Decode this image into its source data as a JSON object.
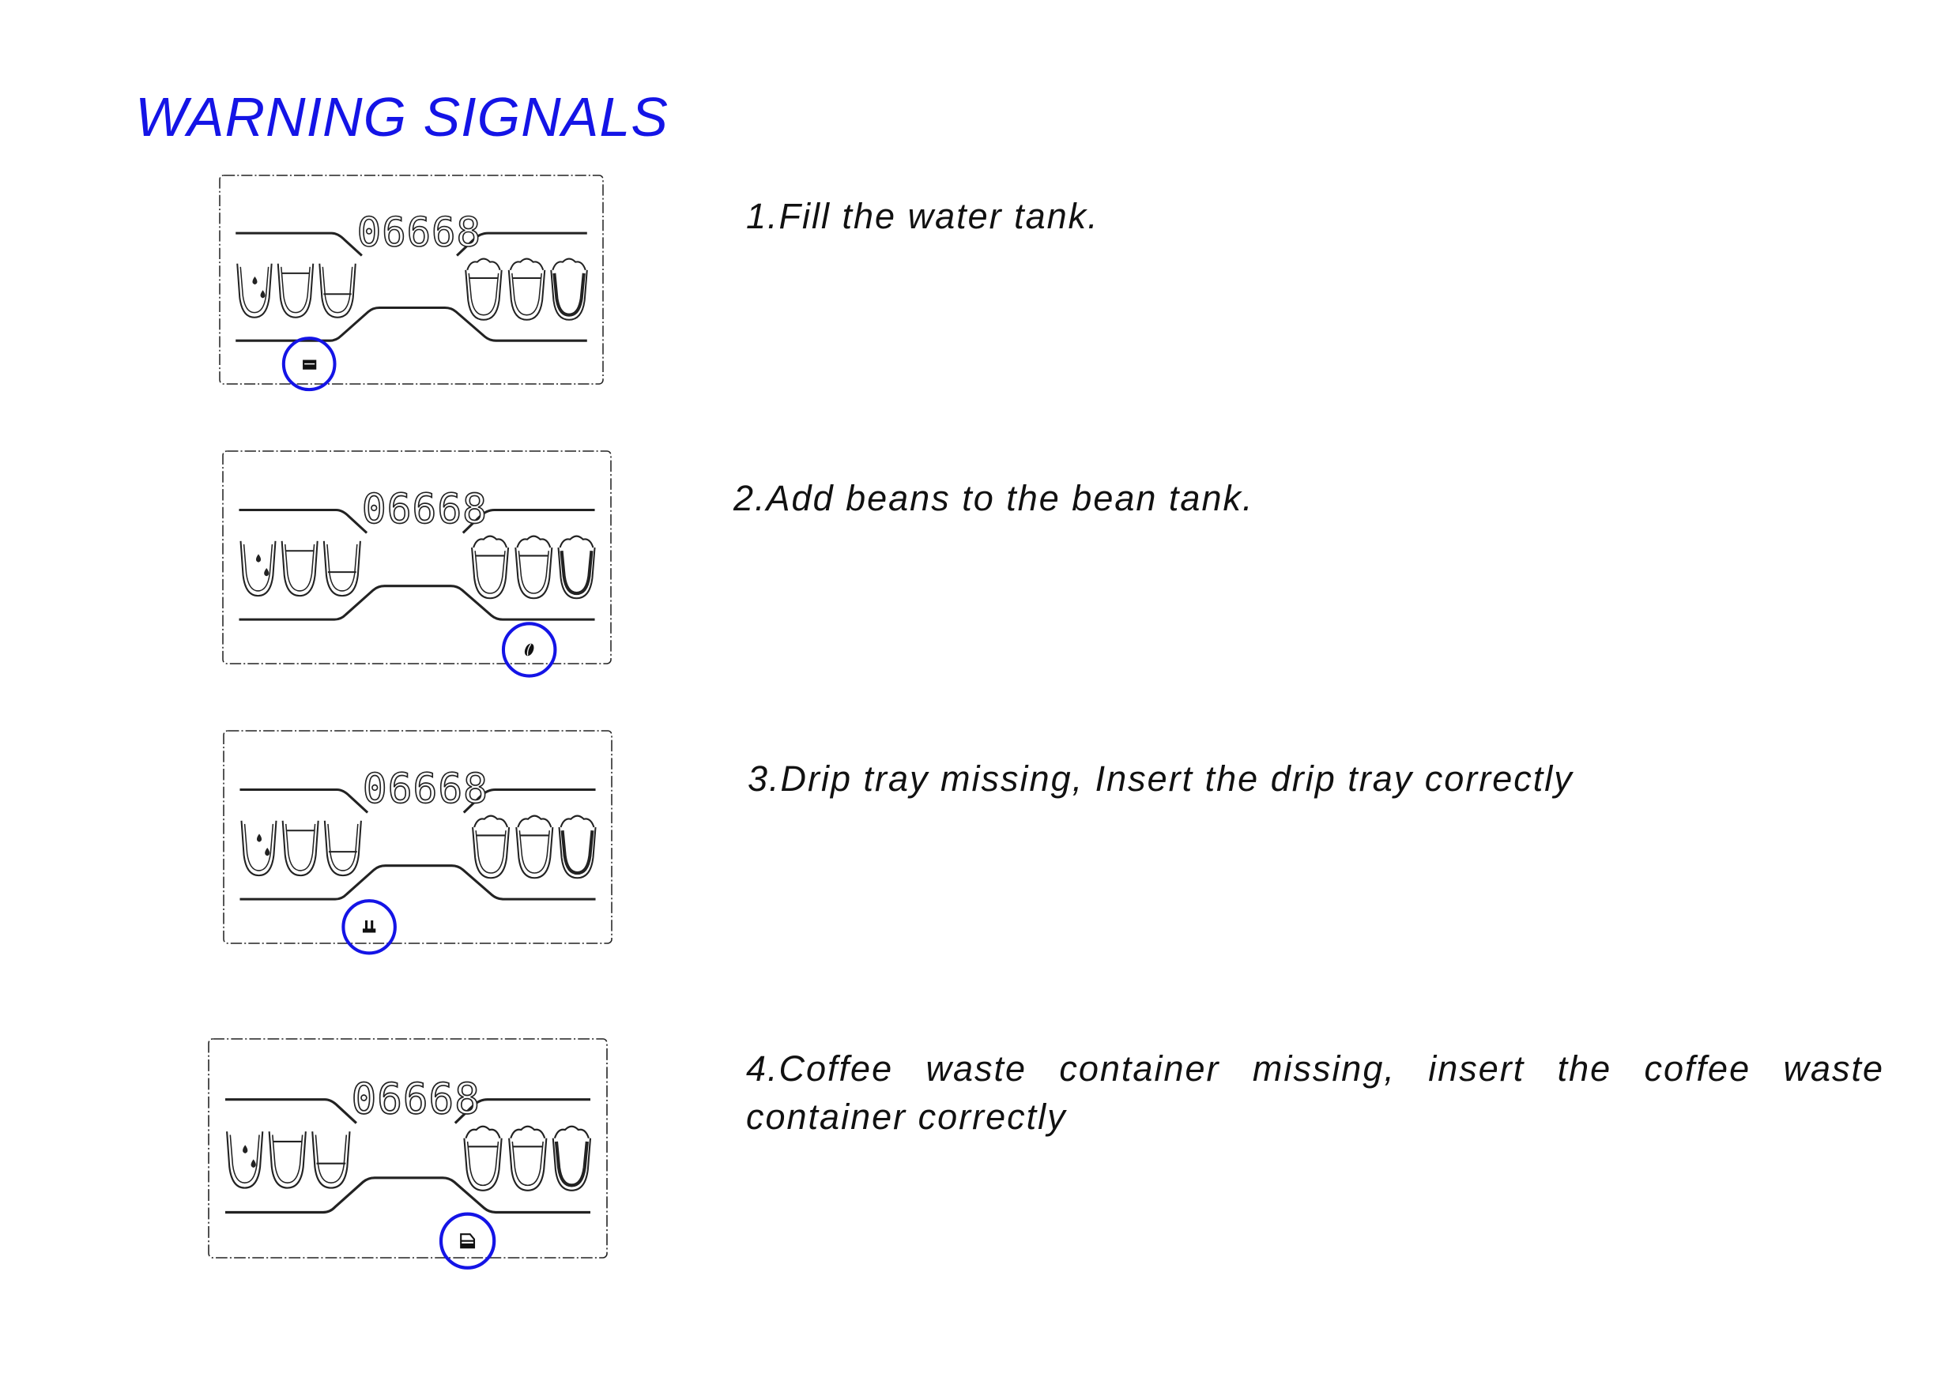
{
  "title": "WARNING SIGNALS",
  "display_digits": "06668",
  "accent_color": "#1414e6",
  "warnings": [
    {
      "text": "1.Fill the water tank.",
      "icon": "water-tank-icon"
    },
    {
      "text": "2.Add beans to the bean tank.",
      "icon": "coffee-bean-icon"
    },
    {
      "text": "3.Drip tray missing, Insert the drip tray correctly",
      "icon": "drip-tray-icon"
    },
    {
      "text": "4.Coffee waste container missing, insert the coffee waste container correctly",
      "icon": "waste-container-icon"
    }
  ]
}
